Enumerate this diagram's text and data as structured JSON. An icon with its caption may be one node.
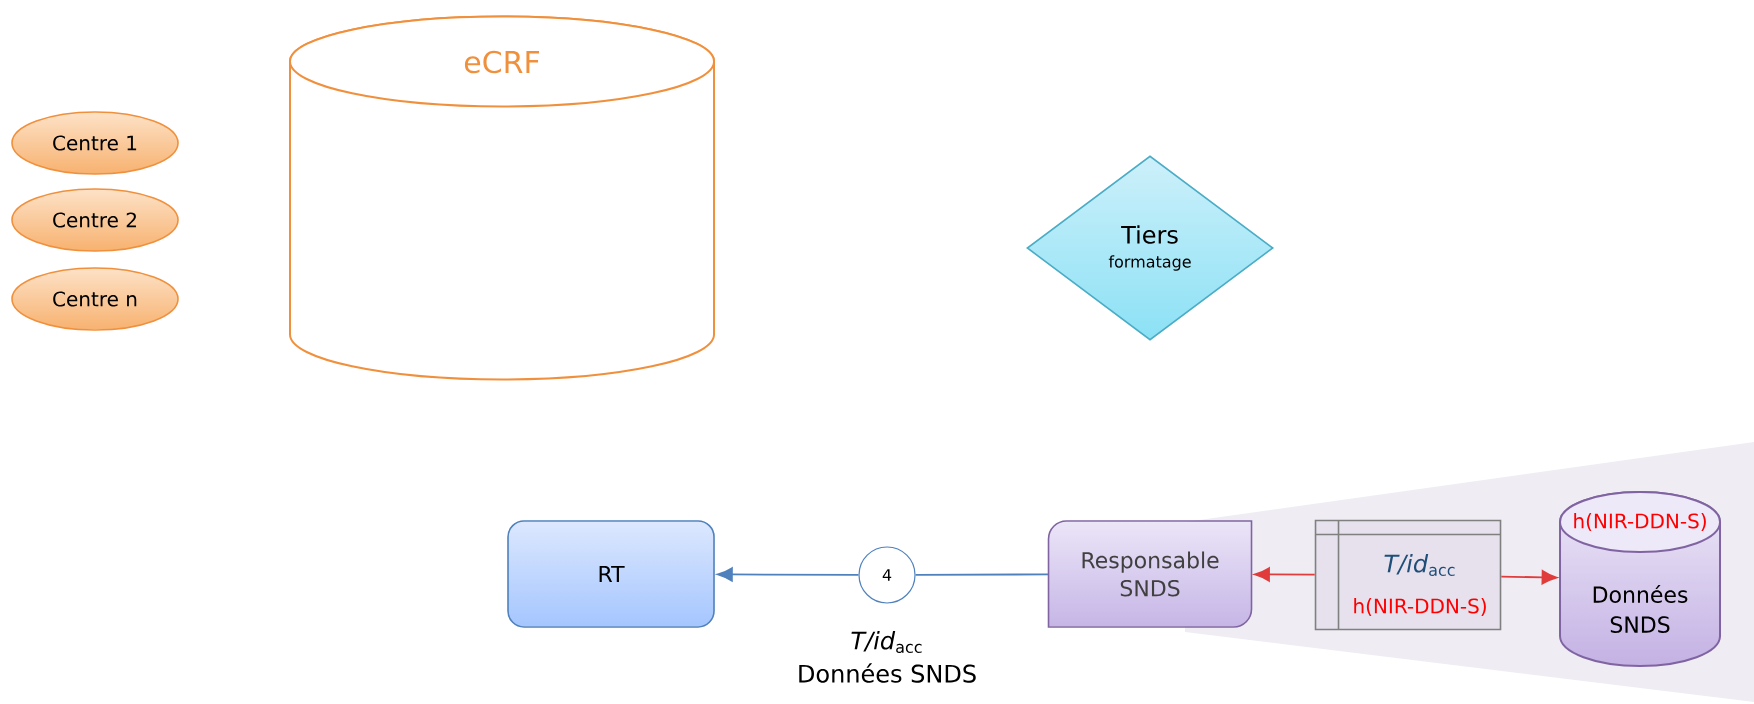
{
  "diagram": {
    "nodes": [
      {
        "text": [
          "Centre 1"
        ]
      },
      {
        "text": [
          "Centre 2"
        ]
      },
      {
        "text": [
          "Centre n"
        ]
      },
      {
        "text": [
          "eCRF"
        ]
      },
      {
        "text": [
          "Tiers",
          "formatage"
        ]
      },
      {
        "text": [
          "RT"
        ]
      },
      {
        "text": [
          "4"
        ],
        "beside": [
          "*T/id*$_{acc}$",
          "Données SNDS"
        ]
      },
      {
        "text": [
          "Responsable SNDS"
        ]
      },
      {
        "text": [
          "*T/id*$_{acc}$",
          "h(NIR-DDN-S)"
        ]
      },
      {
        "text": [
          "h(NIR-DDN-S)",
          "Données SNDS"
        ]
      }
    ],
    "edges": [
      {
        "from": 7,
        "to": 6,
        "arrow": "none"
      },
      {
        "from": 6,
        "to": 5,
        "arrow": "to"
      },
      {
        "from": 8,
        "to": 7,
        "arrow": "to",
        "color": "#e03c3c"
      },
      {
        "from": 8,
        "to": 9,
        "arrow": "to",
        "color": "#e03c3c"
      }
    ]
  }
}
